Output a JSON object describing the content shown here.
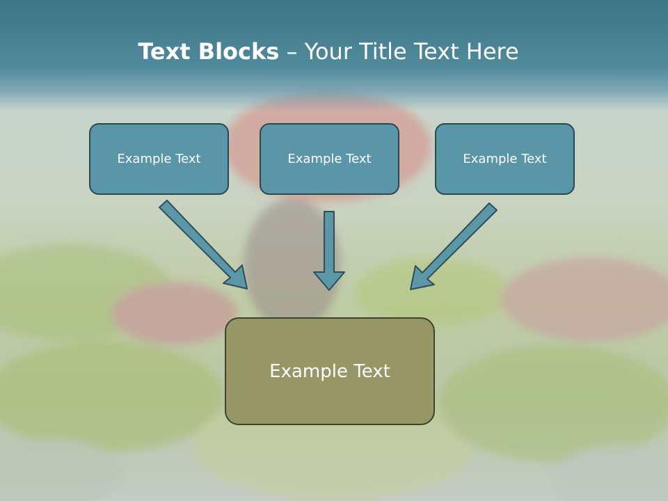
{
  "title": {
    "bold": "Text Blocks",
    "separator": " – ",
    "regular": "Your Title Text Here"
  },
  "boxes": [
    {
      "label": "Example Text"
    },
    {
      "label": "Example Text"
    },
    {
      "label": "Example Text"
    }
  ],
  "result_box": {
    "label": "Example Text"
  },
  "colors": {
    "title_band": "#4f8a9b",
    "top_box_fill": "#5a95a8",
    "top_box_border": "#2b4852",
    "result_box_fill": "#969667",
    "result_box_border": "#3b4430",
    "arrow_fill": "#5c97a8",
    "arrow_border": "#2e4e5a"
  }
}
